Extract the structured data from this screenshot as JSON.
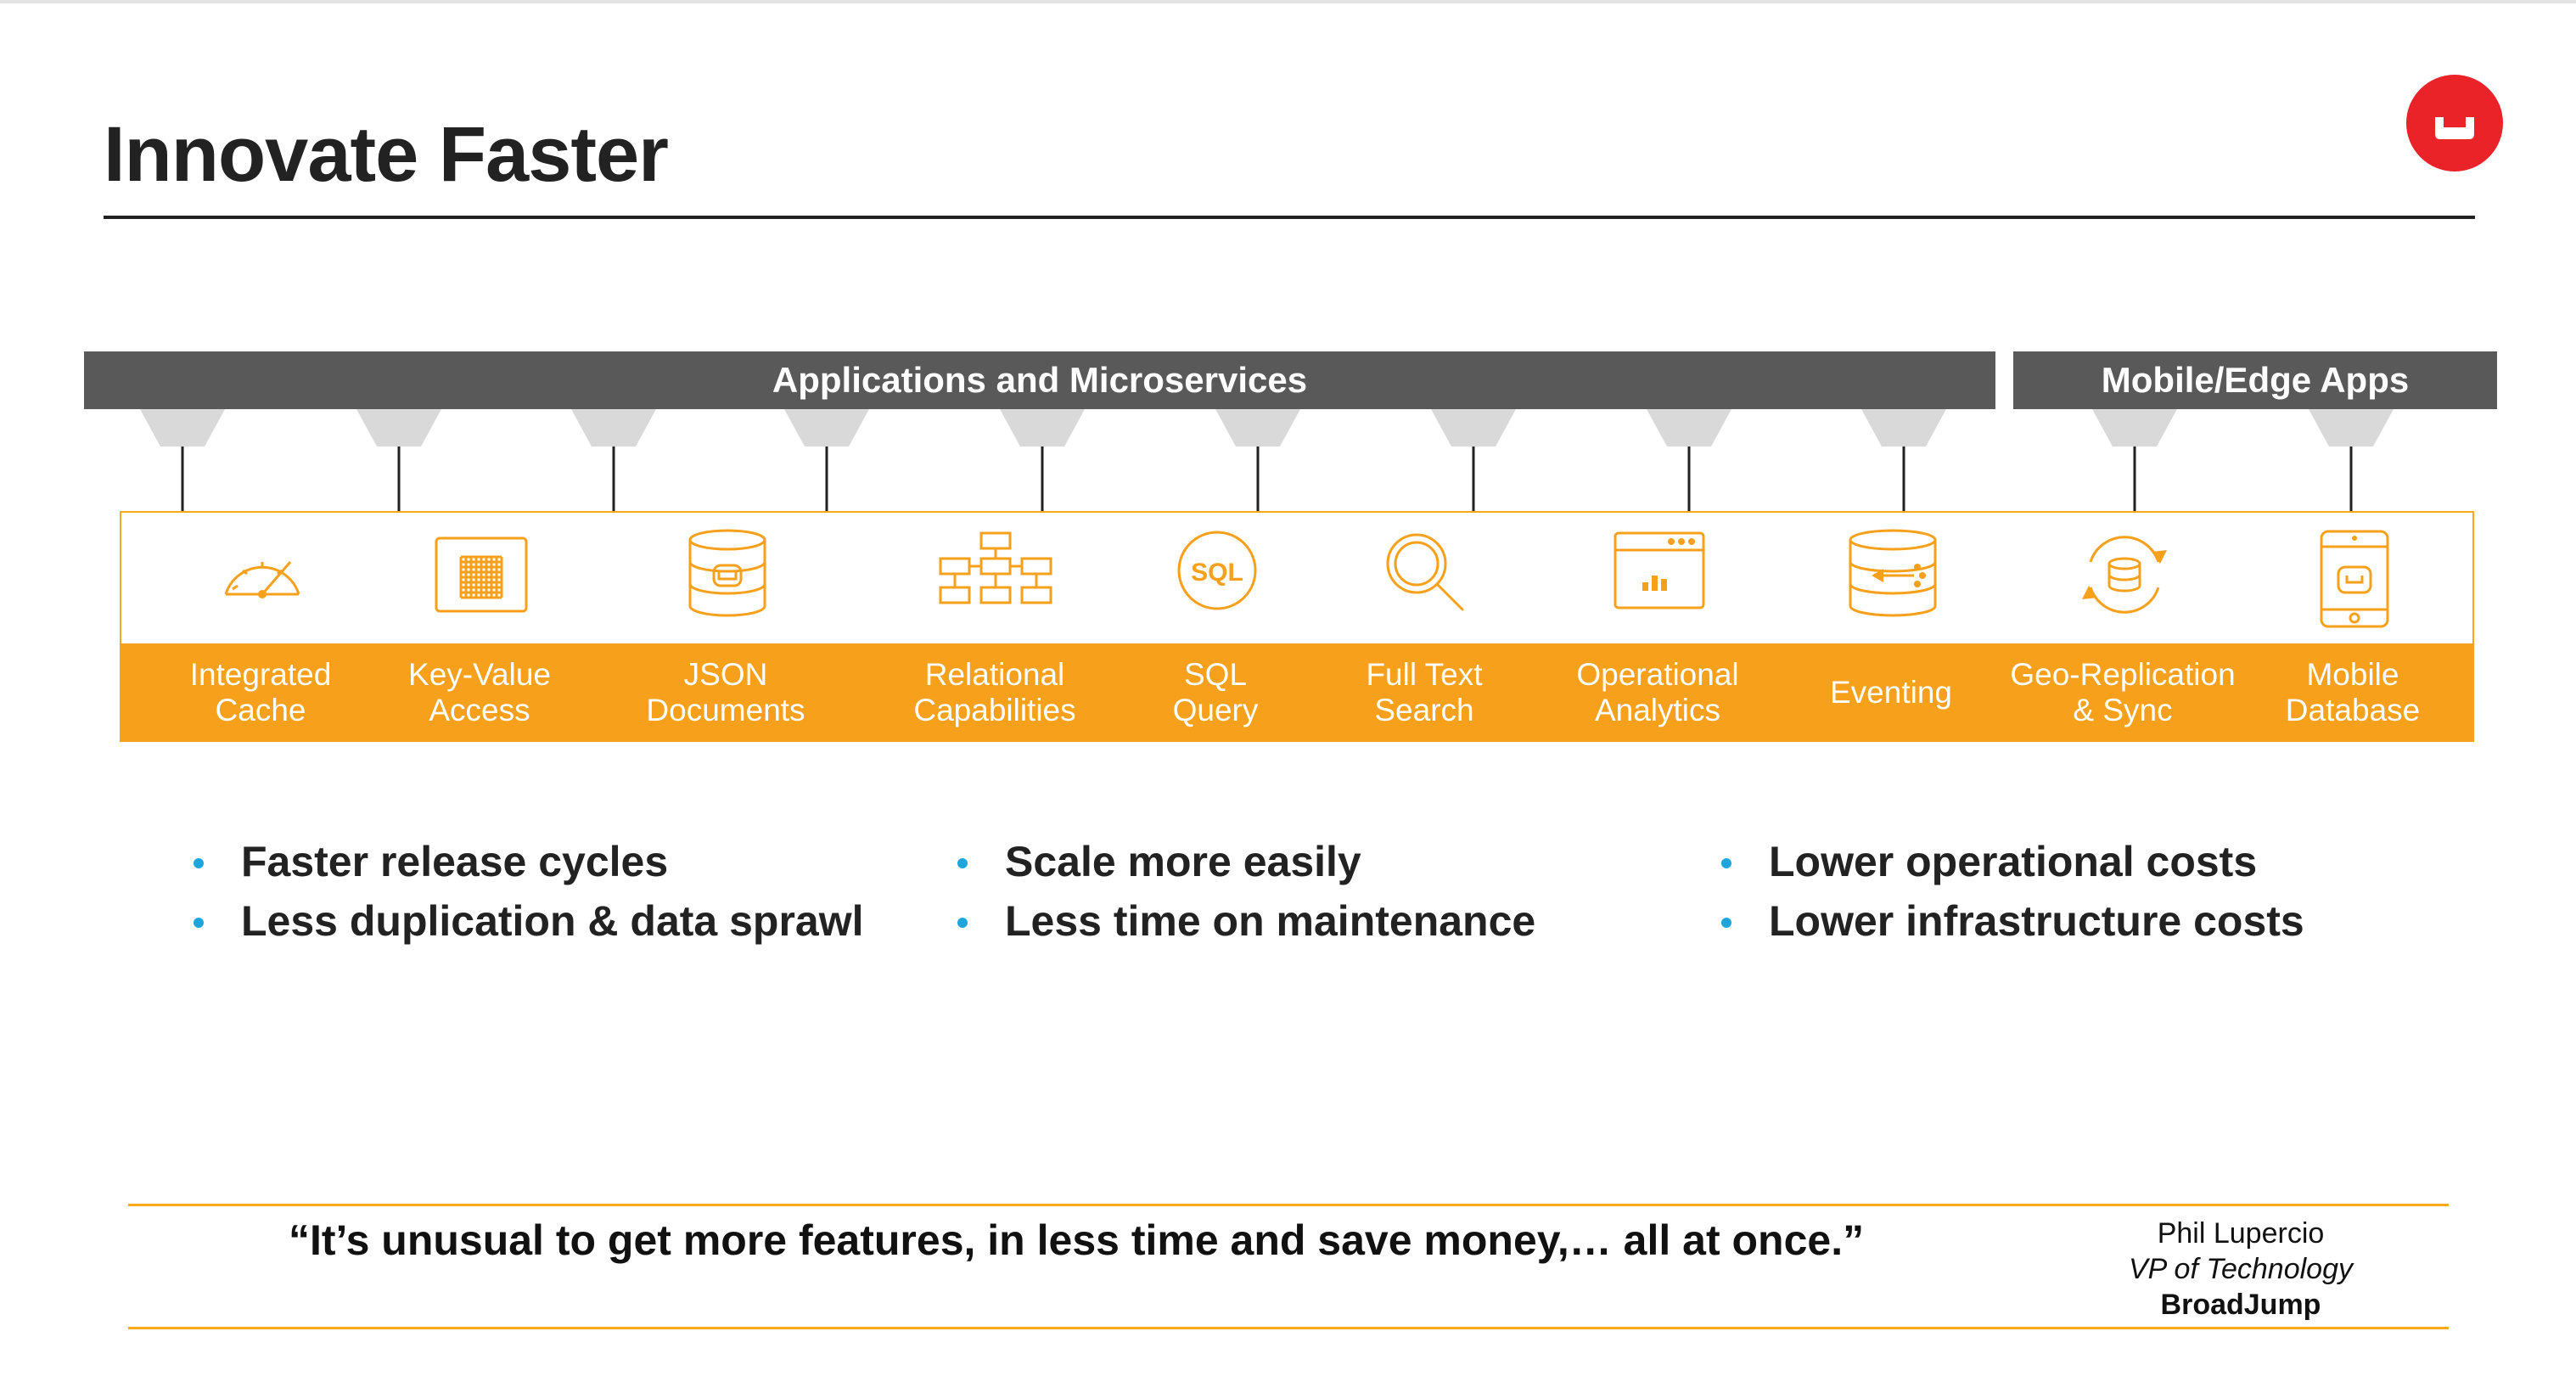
{
  "slide": {
    "title": "Innovate Faster"
  },
  "bars": {
    "apps": "Applications and Microservices",
    "mobile": "Mobile/Edge Apps"
  },
  "capabilities": [
    {
      "label": "Integrated\nCache",
      "icon": "speedometer-icon"
    },
    {
      "label": "Key-Value\nAccess",
      "icon": "grid-key-icon"
    },
    {
      "label": "JSON\nDocuments",
      "icon": "document-database-icon"
    },
    {
      "label": "Relational\nCapabilities",
      "icon": "relational-tables-icon"
    },
    {
      "label": "SQL\nQuery",
      "icon": "sql-badge-icon"
    },
    {
      "label": "Full Text\nSearch",
      "icon": "magnifier-icon"
    },
    {
      "label": "Operational\nAnalytics",
      "icon": "analytics-window-icon"
    },
    {
      "label": "Eventing",
      "icon": "eventing-database-icon"
    },
    {
      "label": "Geo-Replication\n& Sync",
      "icon": "sync-database-icon"
    },
    {
      "label": "Mobile\nDatabase",
      "icon": "mobile-database-icon"
    }
  ],
  "sql_icon_text": "SQL",
  "benefits": [
    [
      "Faster release cycles",
      "Less duplication & data sprawl"
    ],
    [
      "Scale more easily",
      "Less time on maintenance"
    ],
    [
      "Lower operational costs",
      "Lower infrastructure costs"
    ]
  ],
  "quote": {
    "text": "“It’s unusual to get more features, in less time and save money,… all at once.”",
    "name": "Phil Lupercio",
    "role": "VP of Technology",
    "company": "BroadJump"
  },
  "colors": {
    "accent_orange": "#f7a01c",
    "bar_gray": "#595959",
    "bullet_blue": "#1ea6dc",
    "logo_red": "#ea2328"
  }
}
